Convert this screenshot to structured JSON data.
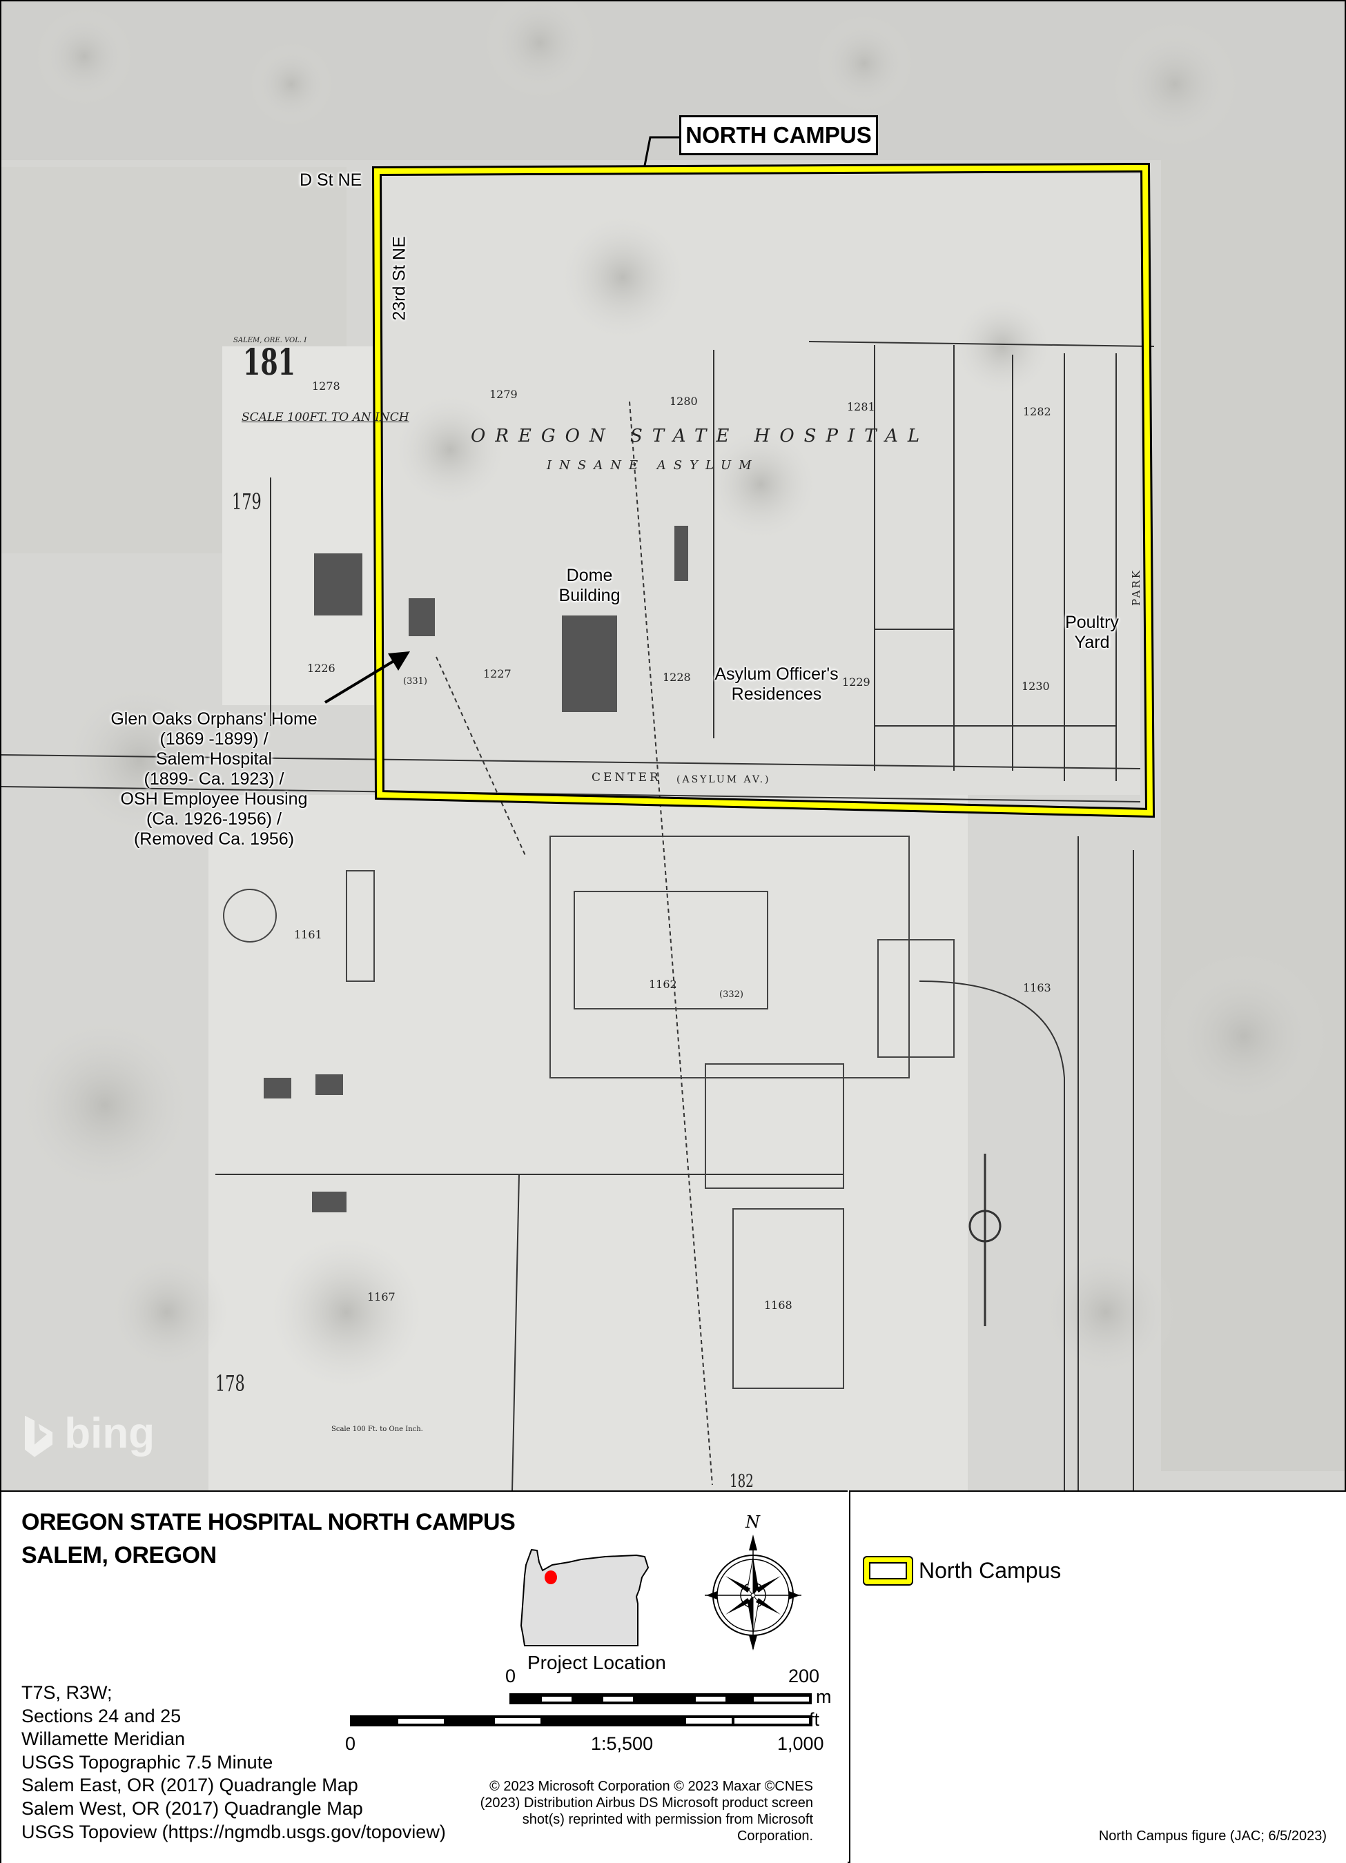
{
  "map": {
    "boundary_label": "NORTH CAMPUS",
    "boundary_color": "#ffff00",
    "streets": {
      "d_st": "D St NE",
      "23rd_st": "23rd St NE"
    },
    "callouts": {
      "dome": [
        "Dome",
        "Building"
      ],
      "asylum": [
        "Asylum Officer's",
        "Residences"
      ],
      "poultry": [
        "Poultry",
        "Yard"
      ],
      "glen_oaks": [
        "Glen Oaks Orphans' Home",
        "(1869 -1899) /",
        "Salem Hospital",
        "(1899- Ca. 1923) /",
        "OSH Employee Housing",
        "(Ca. 1926-1956) /",
        "(Removed Ca. 1956)"
      ]
    },
    "sanborn_labels": {
      "title": "OREGON STATE HOSPITAL",
      "subtitle": "INSANE ASYLUM",
      "scale": "SCALE 100FT. TO AN INCH",
      "sheet": "181",
      "vol": "SALEM, ORE. VOL. I",
      "center": "CENTER",
      "asylum_av": "(ASYLUM AV.)",
      "park": "PARK",
      "blocks": [
        "1278",
        "1279",
        "1280",
        "1281",
        "1282",
        "1226",
        "1227",
        "1228",
        "1229",
        "1230",
        "1161",
        "1162",
        "1163",
        "1167",
        "1168",
        "179",
        "178",
        "182",
        "(331)",
        "(332)"
      ],
      "scale_bottom": "Scale 100 Ft. to One Inch."
    },
    "watermark": "bing"
  },
  "info": {
    "title": "OREGON STATE HOSPITAL NORTH CAMPUS",
    "subtitle": "SALEM, OREGON",
    "meta_lines": [
      "T7S, R3W;",
      "Sections 24 and 25",
      "Willamette Meridian",
      "USGS Topographic 7.5 Minute",
      "Salem East, OR (2017) Quadrangle Map",
      "Salem West, OR (2017) Quadrangle Map",
      "USGS Topoview (https://ngmdb.usgs.gov/topoview)"
    ],
    "inset_label": "Project Location",
    "inset_marker_color": "#ff0000",
    "north": "N",
    "scalebar": {
      "m_start": "0",
      "m_end": "200",
      "m_unit": "m",
      "ft_start": "0",
      "ft_end": "1,000",
      "ft_unit": "ft",
      "ratio": "1:5,500"
    },
    "copyright_lines": [
      "© 2023 Microsoft Corporation © 2023 Maxar ©CNES",
      "(2023) Distribution Airbus DS Microsoft product screen",
      "shot(s) reprinted with permission from Microsoft",
      "Corporation."
    ]
  },
  "legend": {
    "items": [
      {
        "label": "North Campus",
        "color": "#ffff00"
      }
    ],
    "footer": "North Campus figure (JAC; 6/5/2023)"
  }
}
